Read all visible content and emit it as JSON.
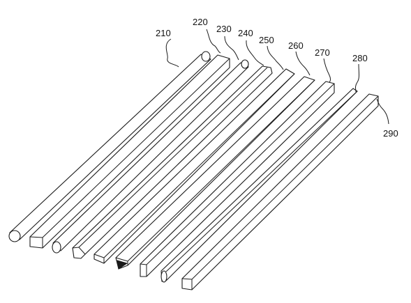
{
  "figure": {
    "labels": {
      "rod_210": "210",
      "rod_220": "220",
      "rod_230": "230",
      "rod_240": "240",
      "rod_250": "250",
      "rod_260": "260",
      "rod_270": "270",
      "rod_280": "280",
      "rod_290": "290"
    }
  }
}
